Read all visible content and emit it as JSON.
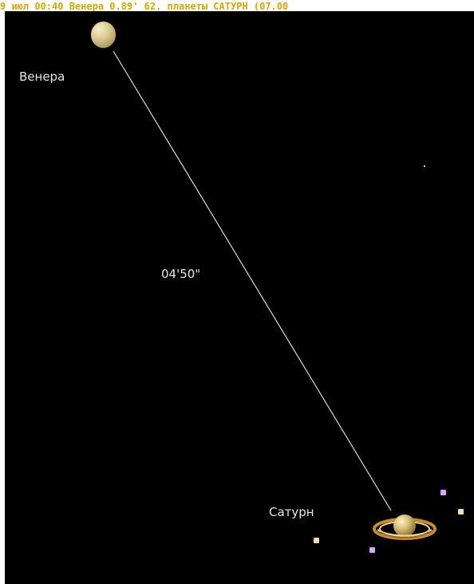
{
  "caption": "9 июл 00:40 Венера 0.89' 62. планеты САТУРН (07.00",
  "labels": {
    "venus": "Венера",
    "separation": "04'50\"",
    "saturn": "Сатурн"
  },
  "colors": {
    "sky": "#000000",
    "caption_text": "#d6a600",
    "label_text": "#e6e6e6",
    "connector": "#d8d8d8",
    "moon_pink": "#d7a7ff",
    "moon_cream": "#f1ddb5"
  },
  "objects": [
    "venus-planet-icon",
    "saturn-planet-icon",
    "saturn-moon-icon"
  ]
}
